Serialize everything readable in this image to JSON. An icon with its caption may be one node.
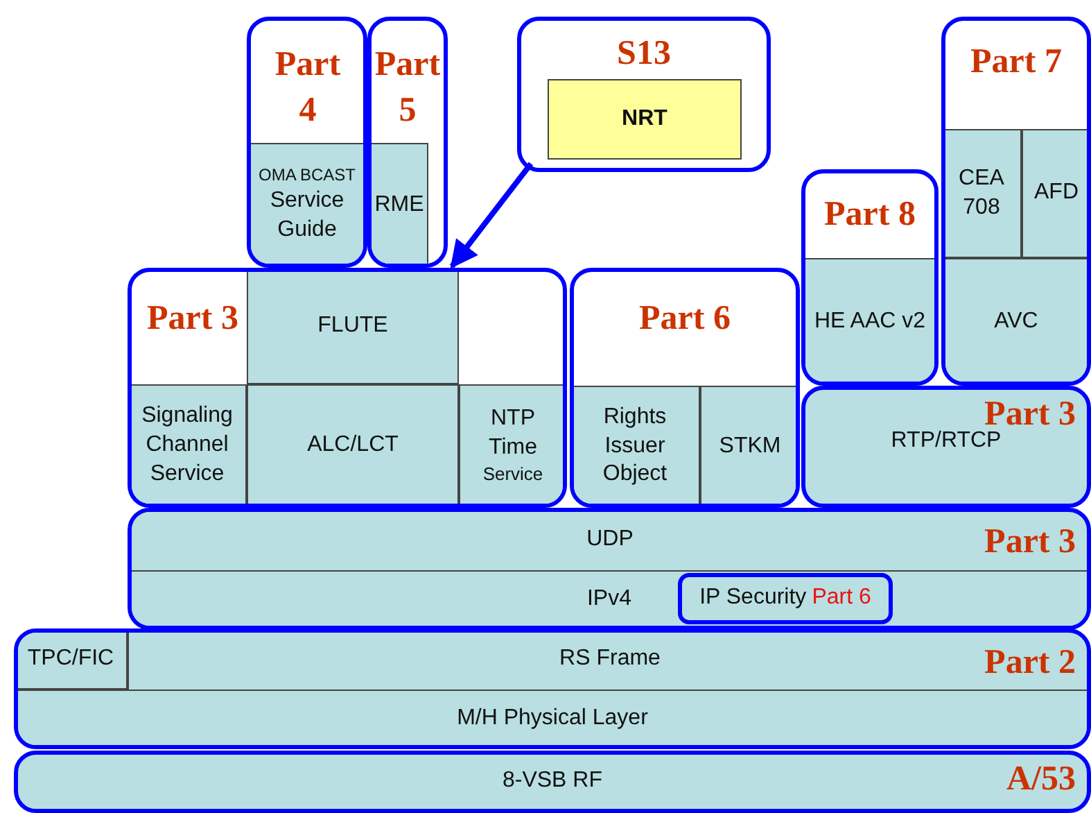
{
  "diagram": {
    "nodes": [
      {
        "text": [
          "Part 4"
        ]
      },
      {
        "text": [
          "OMA BCAST",
          "Service Guide"
        ],
        "in": 0
      },
      {
        "text": [
          "Part 5"
        ]
      },
      {
        "text": [
          "RME"
        ],
        "in": 2
      },
      {
        "text": [
          "S13"
        ]
      },
      {
        "text": [
          "NRT"
        ],
        "in": 4
      },
      {
        "text": [
          "Part 8"
        ]
      },
      {
        "text": [
          "HE AAC v2"
        ],
        "in": 6
      },
      {
        "text": [
          "Part 7"
        ]
      },
      {
        "text": [
          "CEA 708"
        ],
        "in": 8
      },
      {
        "text": [
          "AFD"
        ],
        "in": 8
      },
      {
        "text": [
          "AVC"
        ],
        "in": 8
      },
      {
        "text": [
          "Part 3"
        ]
      },
      {
        "text": [
          "FLUTE"
        ],
        "in": 12
      },
      {
        "text": [
          "Signaling Channel Service"
        ],
        "in": 12
      },
      {
        "text": [
          "ALC/LCT"
        ],
        "in": 12
      },
      {
        "text": [
          "NTP Time",
          "Service"
        ],
        "in": 12
      },
      {
        "text": [
          "Part 6"
        ]
      },
      {
        "text": [
          "Rights Issuer Object"
        ],
        "in": 17
      },
      {
        "text": [
          "STKM"
        ],
        "in": 17
      },
      {
        "text": [
          "Part 3",
          "RTP/RTCP"
        ]
      },
      {
        "text": [
          "Part 3"
        ]
      },
      {
        "text": [
          "UDP"
        ],
        "in": 21
      },
      {
        "text": [
          "IPv4"
        ],
        "in": 21
      },
      {
        "text": [
          "IP Security",
          "Part 6"
        ],
        "in": 23
      },
      {
        "text": [
          "Part 2"
        ]
      },
      {
        "text": [
          "TPC/FIC"
        ],
        "in": 25
      },
      {
        "text": [
          "RS Frame"
        ],
        "in": 25
      },
      {
        "text": [
          "M/H Physical Layer"
        ],
        "in": 25
      },
      {
        "text": [
          "8-VSB RF",
          "A/53"
        ]
      }
    ],
    "edges": [
      {
        "from": 4,
        "to": 13,
        "arrow": "to"
      }
    ]
  }
}
